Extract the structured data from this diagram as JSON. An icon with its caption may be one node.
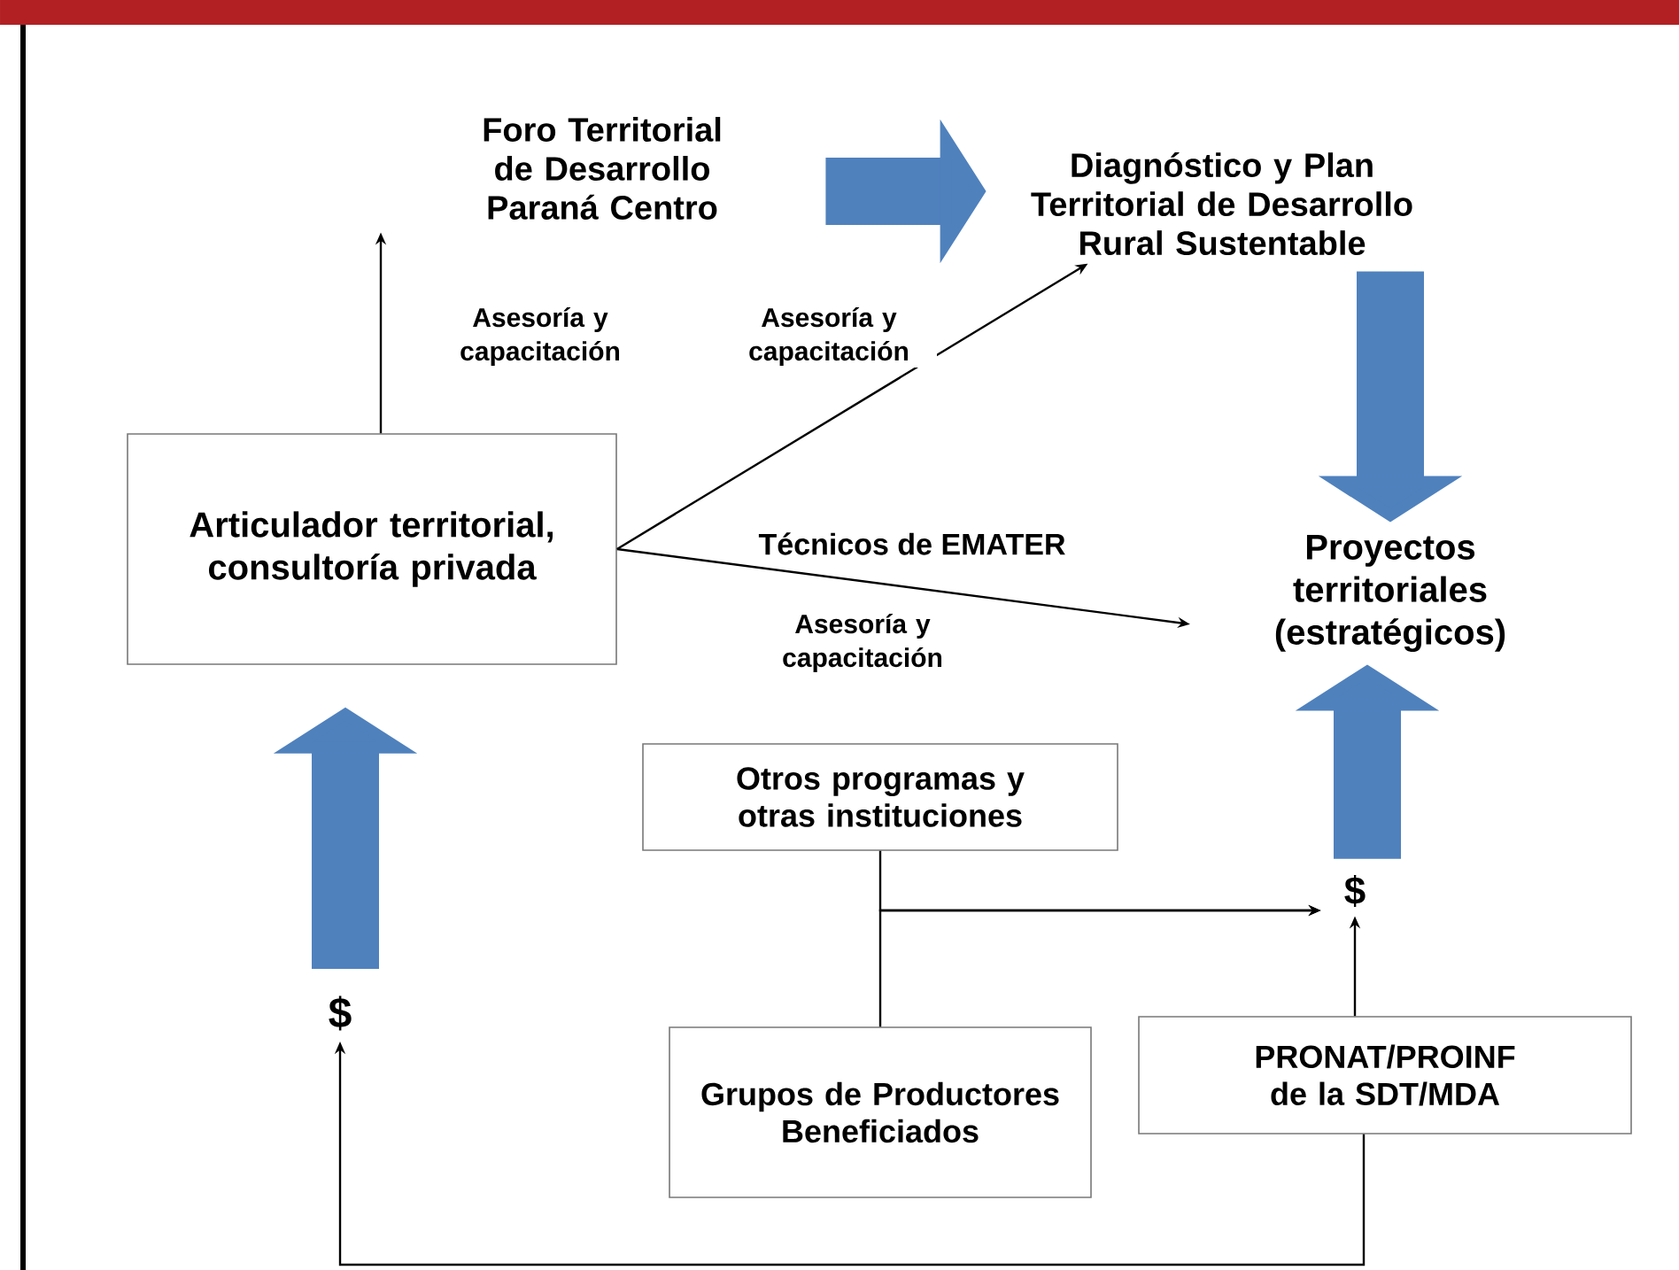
{
  "diagram": {
    "nodes": [
      {
        "text": [
          "Foro Territorial de Desarrollo Paraná Centro"
        ]
      },
      {
        "text": [
          "Diagnóstico y Plan Territorial de Desarrollo Rural Sustentable"
        ]
      },
      {
        "text": [
          "Articulador territorial, consultoría privada"
        ]
      },
      {
        "text": [
          "Proyectos territoriales (estratégicos)"
        ]
      },
      {
        "text": [
          "Otros programas y otras instituciones"
        ]
      },
      {
        "text": [
          "$"
        ]
      },
      {
        "text": [
          "$"
        ]
      },
      {
        "text": [
          "Grupos de Productores Beneficiados"
        ]
      },
      {
        "text": [
          "PRONAT/PROINF de la SDT/MDA"
        ]
      }
    ],
    "edges": [
      {
        "from": 0,
        "to": 1,
        "arrow": "to",
        "style": "thick",
        "color": "#4f81bd"
      },
      {
        "from": 2,
        "to": 0,
        "arrow": "to",
        "label": "Asesoría y capacitación"
      },
      {
        "from": 2,
        "to": 1,
        "arrow": "to",
        "label": "Asesoría y capacitación"
      },
      {
        "from": 2,
        "to": 3,
        "arrow": "to",
        "label": "Asesoría y capacitación"
      },
      {
        "from": 1,
        "to": 3,
        "arrow": "to",
        "style": "thick",
        "color": "#4f81bd"
      },
      {
        "from": 5,
        "to": 3,
        "arrow": "to",
        "style": "thick",
        "color": "#4f81bd"
      },
      {
        "from": 6,
        "to": 2,
        "arrow": "to",
        "style": "thick",
        "color": "#4f81bd"
      },
      {
        "from": 4,
        "to": 5,
        "arrow": "to"
      },
      {
        "from": 7,
        "to": 5,
        "arrow": "to"
      },
      {
        "from": 8,
        "to": 5,
        "arrow": "to"
      },
      {
        "from": 8,
        "to": 6,
        "arrow": "to"
      }
    ],
    "labels": [
      "Técnicos de EMATER"
    ]
  }
}
